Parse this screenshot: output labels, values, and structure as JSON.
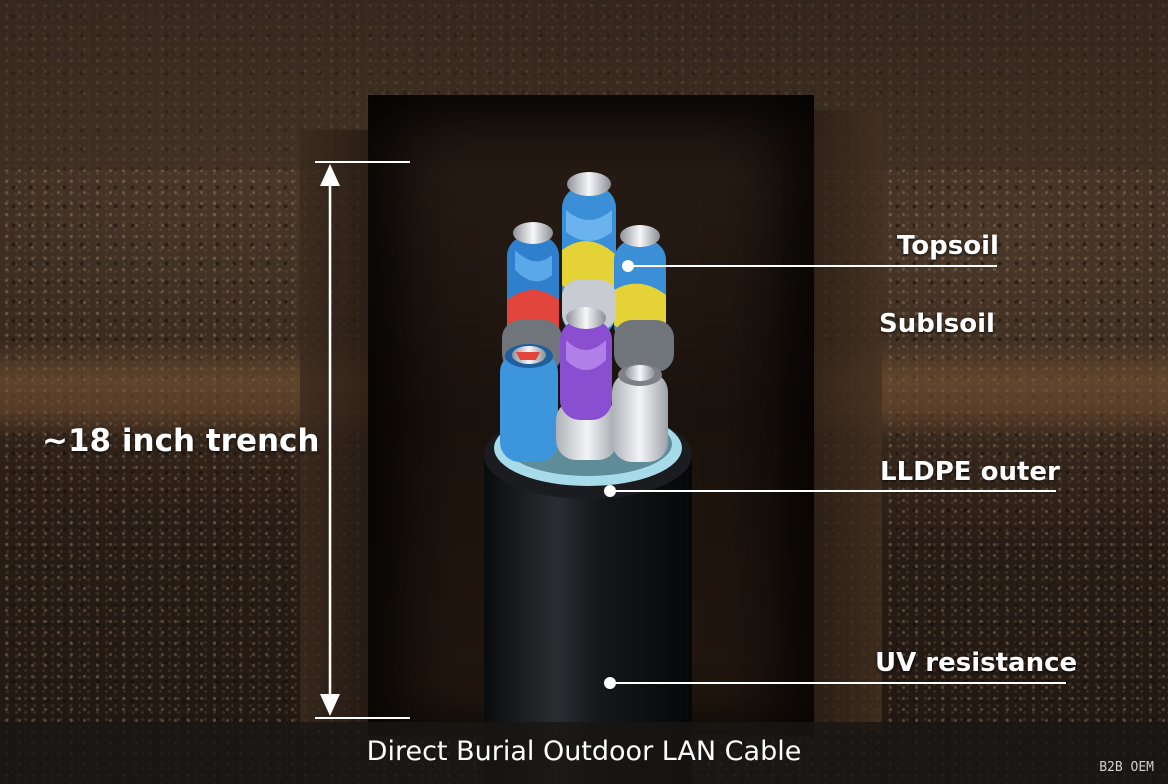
{
  "labels": {
    "topsoil": "Topsoil",
    "subsoil": "Sublsoil",
    "outer": "LLDPE outer",
    "uv": "UV resistance"
  },
  "trench": {
    "depth_label": "~18 inch trench"
  },
  "caption": "Direct Burial Outdoor LAN Cable",
  "brand": "B2B OEM",
  "colors": {
    "jacket": "#101113",
    "inner_sheath": "#9fd6e6",
    "wire_blue": "#3a8fd6",
    "wire_red": "#e2453c",
    "wire_yellow": "#e4d236",
    "wire_purple": "#8a4fd1",
    "wire_white": "#d9dbe0"
  }
}
